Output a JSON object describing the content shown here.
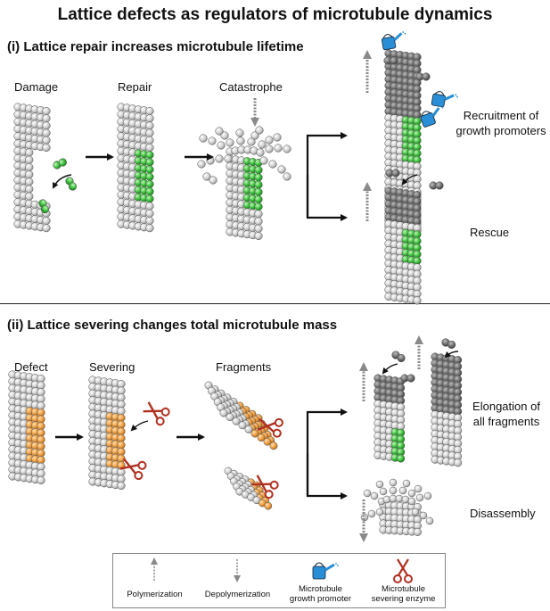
{
  "title": "Lattice defects as regulators of microtubule dynamics",
  "section1": {
    "heading": "(i) Lattice repair increases microtubule lifetime",
    "labels": {
      "damage": "Damage",
      "repair": "Repair",
      "catastrophe": "Catastrophe"
    },
    "outcome_top": "Recruitment of\ngrowth promoters",
    "outcome_top_line1": "Recruitment of",
    "outcome_top_line2": "growth promoters",
    "outcome_bottom": "Rescue"
  },
  "section2": {
    "heading": "(ii) Lattice severing changes total microtubule mass",
    "labels": {
      "defect": "Defect",
      "severing": "Severing",
      "fragments": "Fragments"
    },
    "outcome_top_line1": "Elongation of",
    "outcome_top_line2": "all fragments",
    "outcome_bottom": "Disassembly"
  },
  "legend": {
    "items": [
      {
        "label": "Polymerization",
        "icon": "up-dashed-arrow-icon"
      },
      {
        "label": "Depolymerization",
        "icon": "down-dashed-arrow-icon"
      },
      {
        "label_line1": "Microtubule",
        "label_line2": "growth promoter",
        "icon": "watering-can-icon"
      },
      {
        "label_line1": "Microtubule",
        "label_line2": "severing enzyme",
        "icon": "scissors-icon"
      }
    ]
  },
  "colors": {
    "tubulin": "#d4d4d4",
    "tubulin_dark": "#7a7a7a",
    "repair": "#3cc23c",
    "defect": "#f0a045",
    "promoter": "#2a8ed6",
    "scissors": "#b03020",
    "arrow_gray": "#8a8a8a"
  }
}
